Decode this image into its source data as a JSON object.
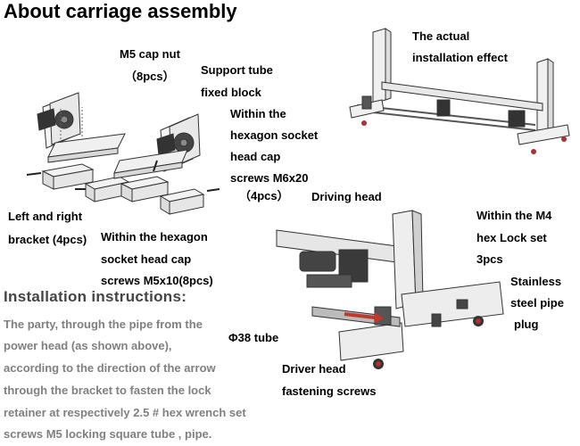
{
  "title": "About carriage assembly",
  "labels": {
    "cap_nut_1": "M5 cap nut",
    "cap_nut_2": "（8pcs）",
    "support_tube_1": "Support tube",
    "support_tube_2": "fixed block",
    "hex_m6_1": "Within the",
    "hex_m6_2": "hexagon socket",
    "hex_m6_3": "head cap",
    "hex_m6_4": "screws M6x20",
    "hex_m6_5": "（4pcs）",
    "driving_head": "Driving head",
    "bracket_1": "Left and right",
    "bracket_2": "bracket (4pcs)",
    "hex_m5_1": "Within the hexagon",
    "hex_m5_2": "socket head cap",
    "hex_m5_3": "screws M5x10(8pcs)",
    "actual_1": "The actual",
    "actual_2": "installation effect",
    "m4_1": "Within the M4",
    "m4_2": "hex Lock set",
    "m4_3": "3pcs",
    "plug_1": "Stainless",
    "plug_2": "steel pipe",
    "plug_3": "plug",
    "tube": "Φ38 tube",
    "driver_screws_1": "Driver head",
    "driver_screws_2": "fastening screws"
  },
  "instructions": {
    "heading": "Installation instructions:",
    "lines": [
      "The party, through the pipe from the",
      "power head (as shown above),",
      "according to the direction of the arrow",
      "through the bracket to fasten the lock",
      "retainer at respectively 2.5 # hex wrench set",
      "screws M5 locking square tube , pipe."
    ]
  },
  "colors": {
    "arrow": "#c0392b",
    "wheel": "#b03030",
    "instruction_text": "#808080"
  }
}
